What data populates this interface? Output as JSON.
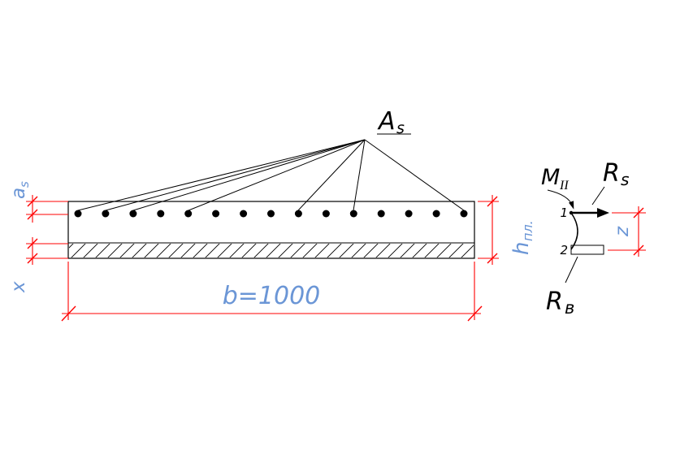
{
  "colors": {
    "dimension_lines": "#FF0000",
    "dimension_text": "#6B96D6",
    "drawing": "#000000"
  },
  "section": {
    "rebar_count": 15,
    "labels": {
      "rebar_area_main": "A",
      "rebar_area_sub": "s",
      "cover_main": "a",
      "cover_sub": "s",
      "compression_zone": "x",
      "width": "b=1000",
      "height_main": "h",
      "height_sub": "пл."
    }
  },
  "force_diagram": {
    "moment_main": "M",
    "moment_sub": "II",
    "steel_main": "R",
    "steel_sub": "s",
    "concrete_main": "R",
    "concrete_sub": "в",
    "lever_arm": "z",
    "point_1": "1",
    "point_2": "2"
  }
}
